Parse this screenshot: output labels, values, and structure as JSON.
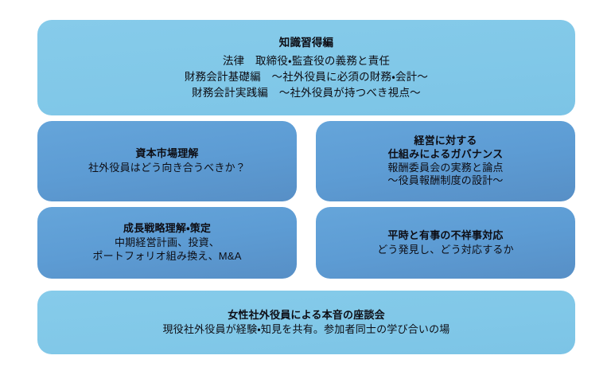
{
  "diagram": {
    "background_color": "#ffffff",
    "colors": {
      "card_light": "#81c8e8",
      "card_medium": "#5d9cd4",
      "text": "#0d0d14"
    },
    "cards": [
      {
        "id": "knowledge",
        "style": "light",
        "title": "知識習得編",
        "lines": [
          "法律　取締役・監査役の義務と責任",
          "財務会計基礎編　〜社外役員に必須の財務・会計〜",
          "財務会計実践編　〜社外役員が持つべき視点〜"
        ]
      },
      {
        "id": "capital-market",
        "style": "medium",
        "title": "資本市場理解",
        "lines": [
          "社外役員はどう向き合うべきか？"
        ]
      },
      {
        "id": "governance",
        "style": "medium",
        "title": "経営に対する",
        "title2": "仕組みによるガバナンス",
        "lines": [
          "報酬委員会の実務と論点",
          "〜役員報酬制度の設計〜"
        ]
      },
      {
        "id": "growth-strategy",
        "style": "medium",
        "title": "成長戦略理解・策定",
        "lines": [
          "中期経営計画、投資、",
          "ポートフォリオ組み換え、M&A"
        ]
      },
      {
        "id": "misconduct",
        "style": "medium",
        "title": "平時と有事の不祥事対応",
        "lines": [
          "どう発見し、どう対応するか"
        ]
      },
      {
        "id": "roundtable",
        "style": "light",
        "title": "女性社外役員による本音の座談会",
        "lines": [
          "現役社外役員が経験・知見を共有。参加者同士の学び合いの場"
        ]
      }
    ]
  }
}
